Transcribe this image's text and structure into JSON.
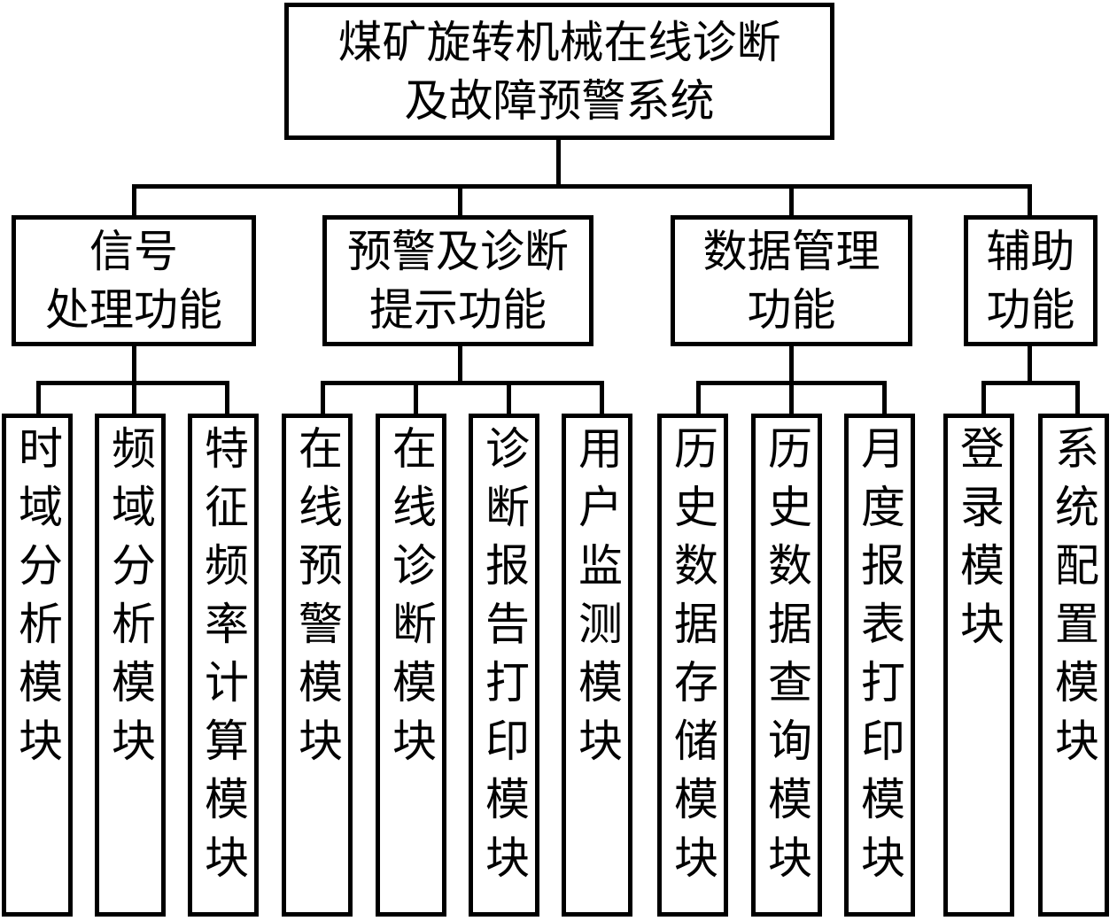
{
  "root": {
    "label": "煤矿旋转机械在线诊断\n及故障预警系统"
  },
  "functions": [
    {
      "label": "信号\n处理功能",
      "modules": [
        "时域分析模块",
        "频域分析模块",
        "特征频率计算模块"
      ]
    },
    {
      "label": "预警及诊断\n提示功能",
      "modules": [
        "在线预警模块",
        "在线诊断模块",
        "诊断报告打印模块",
        "用户监测模块"
      ]
    },
    {
      "label": "数据管理\n功能",
      "modules": [
        "历史数据存储模块",
        "历史数据查询模块",
        "月度报表打印模块"
      ]
    },
    {
      "label": "辅助\n功能",
      "modules": [
        "登录模块",
        "系统配置模块"
      ]
    }
  ]
}
